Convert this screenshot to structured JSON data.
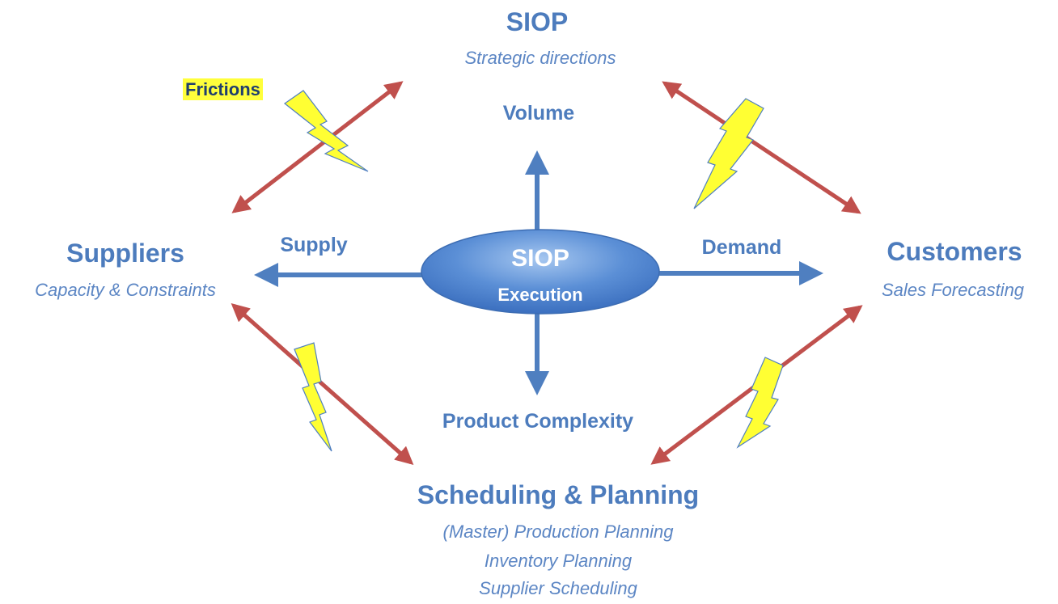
{
  "frictions_label": "Frictions",
  "top": {
    "title": "SIOP",
    "subtitle": "Strategic directions"
  },
  "left": {
    "title": "Suppliers",
    "subtitle": "Capacity & Constraints"
  },
  "right": {
    "title": "Customers",
    "subtitle": "Sales Forecasting"
  },
  "bottom": {
    "title": "Scheduling & Planning",
    "lines": [
      "(Master) Production Planning",
      "Inventory Planning",
      "Supplier Scheduling"
    ]
  },
  "center": {
    "title": "SIOP",
    "subtitle": "Execution"
  },
  "axes": {
    "up": "Volume",
    "left": "Supply",
    "right": "Demand",
    "down": "Product Complexity"
  },
  "colors": {
    "text": "#4d7cbd",
    "blue_arrow": "#4f7fc0",
    "red_arrow": "#c0504d",
    "bolt_fill": "#ffff33",
    "frictions_highlight": "#ffff3b"
  },
  "icons": [
    "lightning-bolt-icon"
  ]
}
